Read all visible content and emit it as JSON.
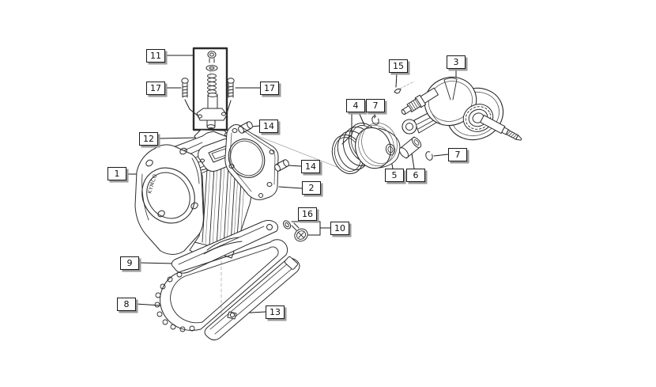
{
  "canvas": {
    "background": "#ffffff",
    "line_color": "#2b2b2b",
    "thin_line_color": "#9a9a9a",
    "callout_shadow_color": "#9a9a9a"
  },
  "cylinder_marking": "KYMCO",
  "callouts": [
    {
      "id": "part-1",
      "text": "1"
    },
    {
      "id": "part-2",
      "text": "2"
    },
    {
      "id": "part-3",
      "text": "3"
    },
    {
      "id": "part-4",
      "text": "4"
    },
    {
      "id": "part-5",
      "text": "5"
    },
    {
      "id": "part-6",
      "text": "6"
    },
    {
      "id": "part-7-top",
      "text": "7"
    },
    {
      "id": "part-7-right",
      "text": "7"
    },
    {
      "id": "part-8",
      "text": "8"
    },
    {
      "id": "part-9",
      "text": "9"
    },
    {
      "id": "part-10",
      "text": "10"
    },
    {
      "id": "part-11",
      "text": "11"
    },
    {
      "id": "part-12",
      "text": "12"
    },
    {
      "id": "part-13",
      "text": "13"
    },
    {
      "id": "part-14-top",
      "text": "14"
    },
    {
      "id": "part-14-right",
      "text": "14"
    },
    {
      "id": "part-15",
      "text": "15"
    },
    {
      "id": "part-16",
      "text": "16"
    },
    {
      "id": "part-17-left",
      "text": "17"
    },
    {
      "id": "part-17-right",
      "text": "17"
    }
  ]
}
